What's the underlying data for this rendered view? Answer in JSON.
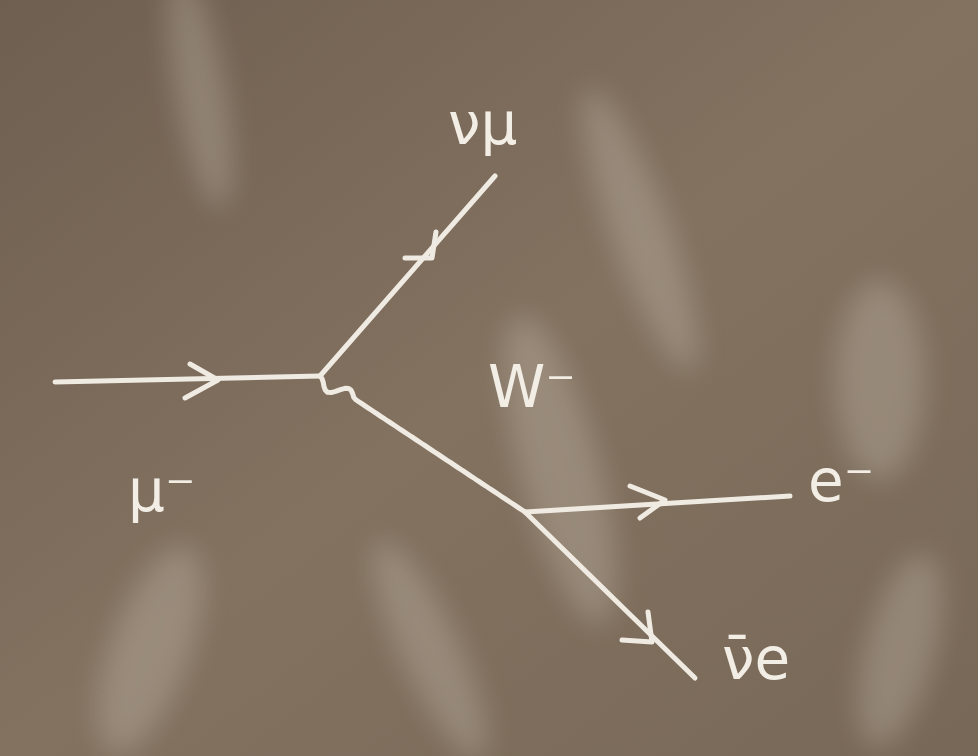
{
  "diagram": {
    "labels": [
      "νμ",
      "μ⁻",
      "W⁻",
      "e⁻",
      "ν̄e"
    ]
  }
}
